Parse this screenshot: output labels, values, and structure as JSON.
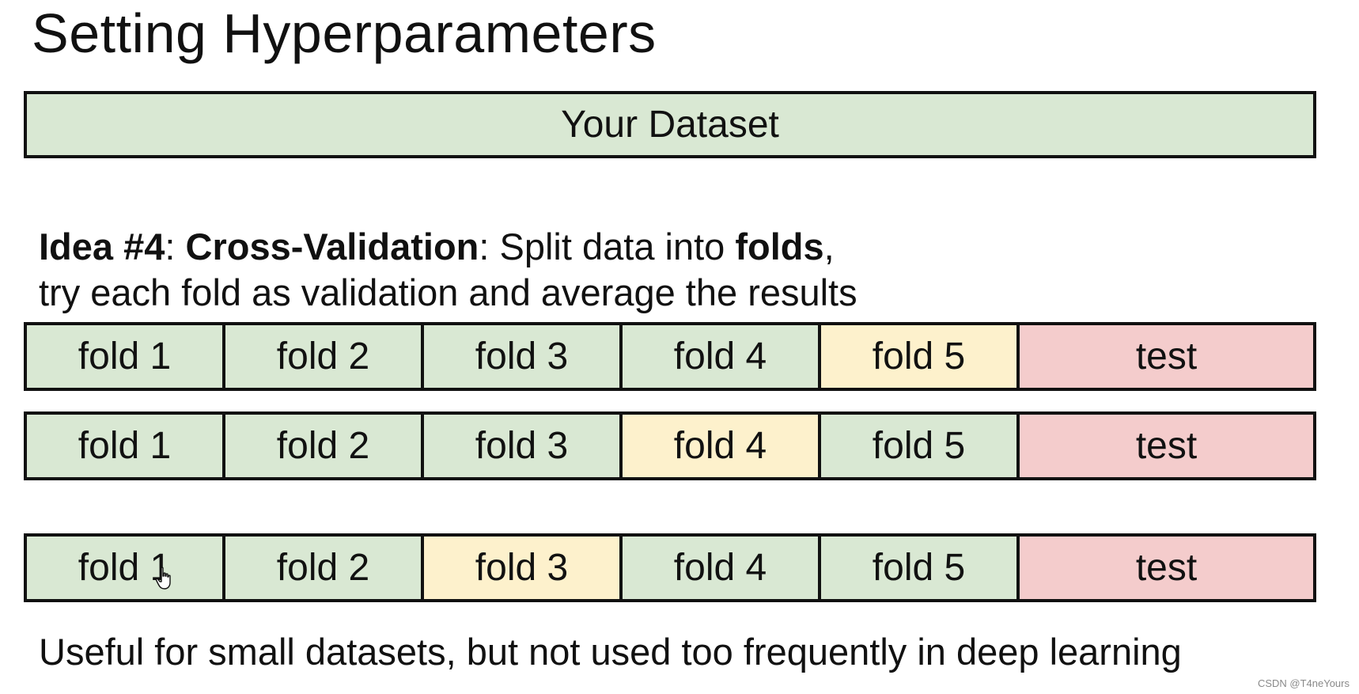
{
  "title": "Setting Hyperparameters",
  "dataset": {
    "label": "Your Dataset",
    "color": "#d9e8d3"
  },
  "idea": {
    "prefix_bold": "Idea #4",
    "sep1": ": ",
    "term_bold": "Cross-Validation",
    "middle": ": Split data into ",
    "folds_bold": "folds",
    "end": ",",
    "line2": "try each fold as validation and average the results"
  },
  "colors": {
    "train": "#d9e8d3",
    "validation": "#fdf1cc",
    "test": "#f4cccc",
    "border": "#111111"
  },
  "rows": [
    {
      "cells": [
        {
          "label": "fold 1",
          "role": "train"
        },
        {
          "label": "fold 2",
          "role": "train"
        },
        {
          "label": "fold 3",
          "role": "train"
        },
        {
          "label": "fold 4",
          "role": "train"
        },
        {
          "label": "fold 5",
          "role": "validation"
        },
        {
          "label": "test",
          "role": "test"
        }
      ]
    },
    {
      "cells": [
        {
          "label": "fold 1",
          "role": "train"
        },
        {
          "label": "fold 2",
          "role": "train"
        },
        {
          "label": "fold 3",
          "role": "train"
        },
        {
          "label": "fold 4",
          "role": "validation"
        },
        {
          "label": "fold 5",
          "role": "train"
        },
        {
          "label": "test",
          "role": "test"
        }
      ]
    },
    {
      "cells": [
        {
          "label": "fold 1",
          "role": "train"
        },
        {
          "label": "fold 2",
          "role": "train"
        },
        {
          "label": "fold 3",
          "role": "validation"
        },
        {
          "label": "fold 4",
          "role": "train"
        },
        {
          "label": "fold 5",
          "role": "train"
        },
        {
          "label": "test",
          "role": "test"
        }
      ]
    }
  ],
  "footer": "Useful for small datasets, but not used too frequently in deep learning",
  "watermark": "CSDN @T4neYours",
  "cursor_icon": "hand-pointer-icon"
}
